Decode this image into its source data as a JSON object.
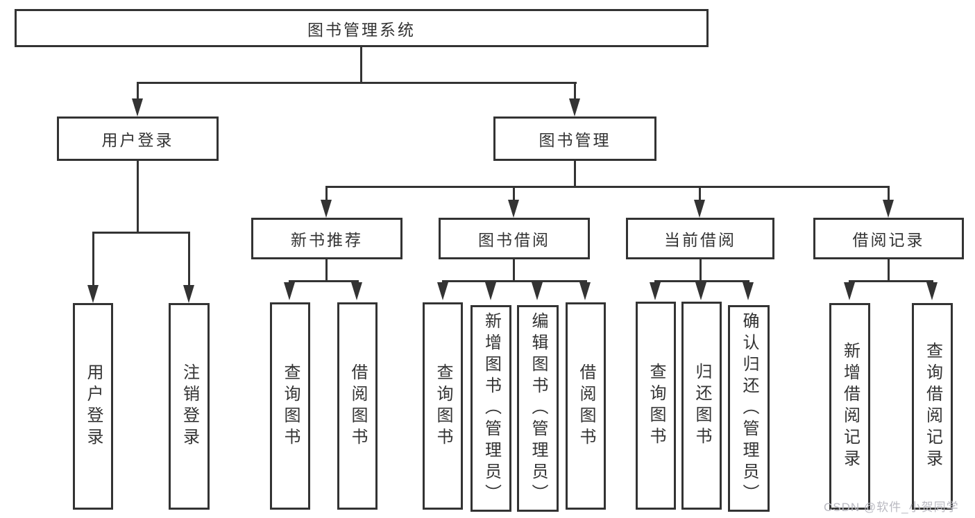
{
  "nodes": {
    "root": "图书管理系统",
    "login": "用户登录",
    "mgmt": "图书管理",
    "login_user": "用户登录",
    "login_logout": "注销登录",
    "rec": "新书推荐",
    "borrow": "图书借阅",
    "current": "当前借阅",
    "records": "借阅记录",
    "rec_query": "查询图书",
    "rec_borrow": "借阅图书",
    "borrow_query": "查询图书",
    "borrow_add": "新增图书（管理员）",
    "borrow_edit": "编辑图书（管理员）",
    "borrow_borrow": "借阅图书",
    "cur_query": "查询图书",
    "cur_return": "归还图书",
    "cur_confirm": "确认归还（管理员）",
    "recd_add": "新增借阅记录",
    "recd_query": "查询借阅记录"
  },
  "watermark": {
    "text": "CSDN @软件_小贺同学",
    "color": "#b9b9c1"
  },
  "colors": {
    "line": "#333333",
    "text": "#333333",
    "background": "#ffffff"
  }
}
